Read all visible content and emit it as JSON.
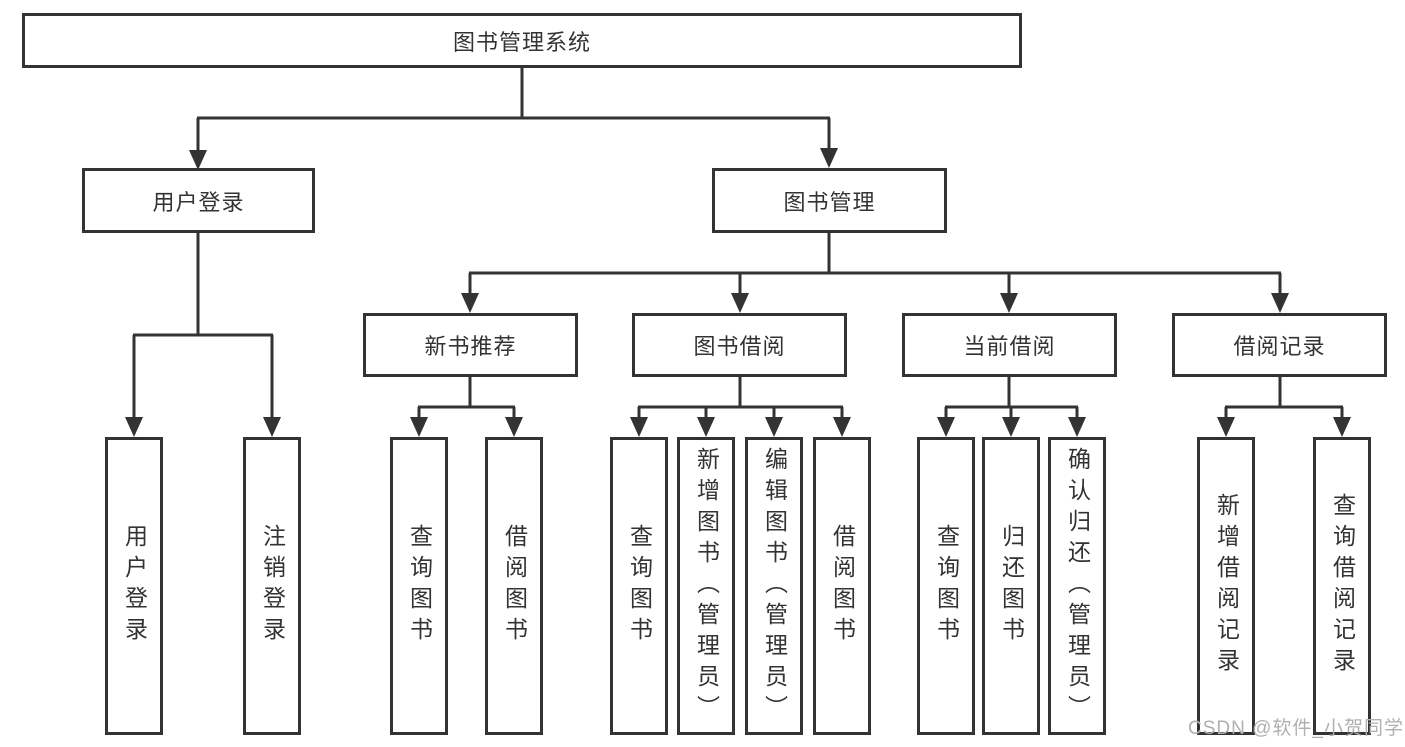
{
  "diagram": {
    "root": {
      "label": "图书管理系统"
    },
    "level2": [
      {
        "label": "用户登录"
      },
      {
        "label": "图书管理"
      }
    ],
    "level3": [
      {
        "label": "新书推荐"
      },
      {
        "label": "图书借阅"
      },
      {
        "label": "当前借阅"
      },
      {
        "label": "借阅记录"
      }
    ],
    "leaves": [
      {
        "label": "用户登录"
      },
      {
        "label": "注销登录"
      },
      {
        "label": "查询图书"
      },
      {
        "label": "借阅图书"
      },
      {
        "label": "查询图书"
      },
      {
        "label": "新增图书（管理员）"
      },
      {
        "label": "编辑图书（管理员）"
      },
      {
        "label": "借阅图书"
      },
      {
        "label": "查询图书"
      },
      {
        "label": "归还图书"
      },
      {
        "label": "确认归还（管理员）"
      },
      {
        "label": "新增借阅记录"
      },
      {
        "label": "查询借阅记录"
      }
    ]
  },
  "watermark": {
    "text": "CSDN @软件_小贺同学"
  },
  "colors": {
    "line": "#333333",
    "box_border": "#333333",
    "text": "#333333",
    "watermark": "#b0b0b0",
    "background": "#ffffff"
  }
}
